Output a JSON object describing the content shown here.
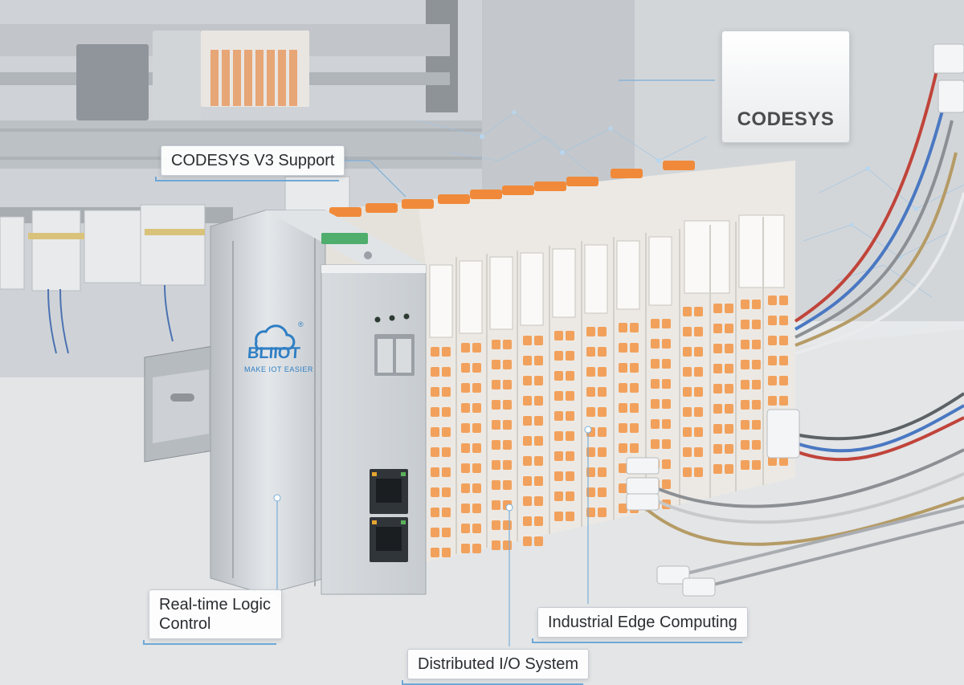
{
  "logo": {
    "product": "CODESYS"
  },
  "device": {
    "brand": "BLIIOT",
    "tagline": "MAKE IOT EASIER"
  },
  "callouts": {
    "codesys_v3": "CODESYS V3 Support",
    "realtime_line1": "Real-time Logic",
    "realtime_line2": "Control",
    "distributed_io": "Distributed I/O System",
    "edge_computing": "Industrial Edge Computing"
  },
  "colors": {
    "terminal_orange": "#f2a15c",
    "accent_blue": "#2f7fc4",
    "codesys_red": "#c8202a"
  }
}
